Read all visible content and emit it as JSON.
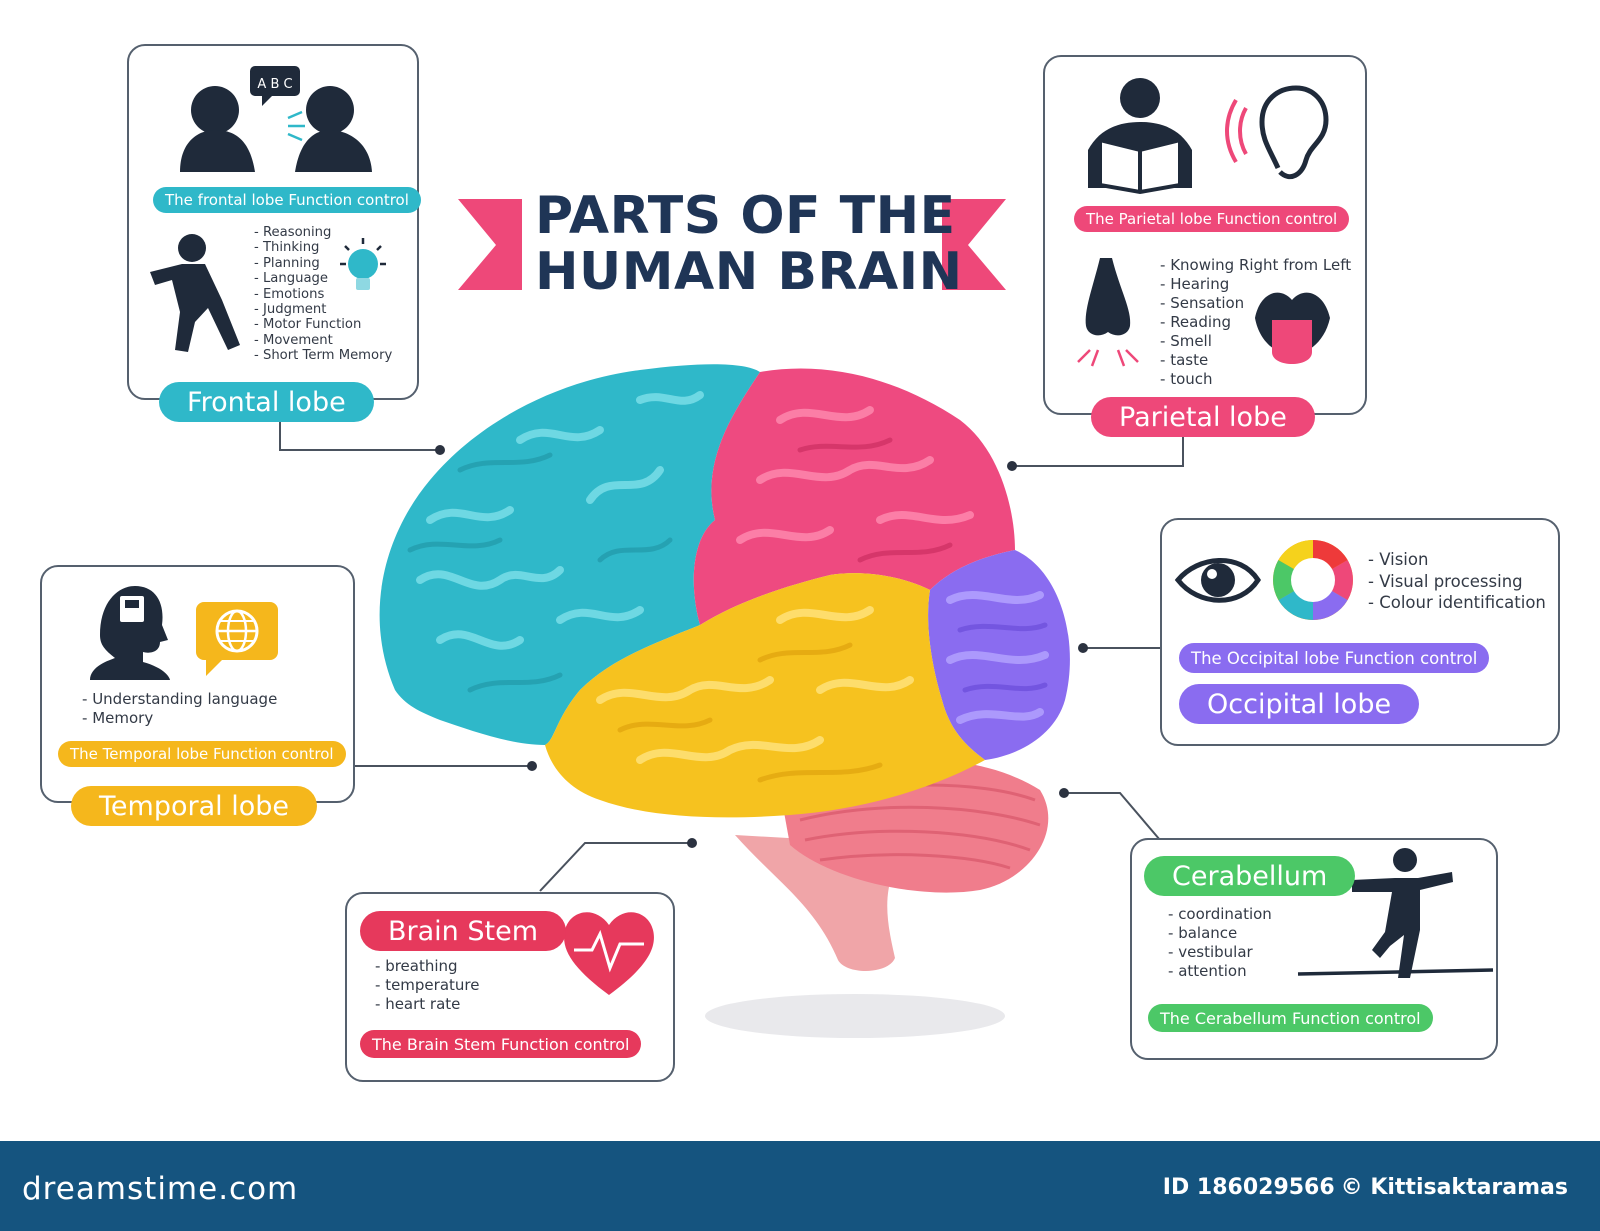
{
  "title": {
    "line1": "PARTS OF THE",
    "line2": "HUMAN BRAIN"
  },
  "colors": {
    "frontal": "#2fb8c9",
    "parietal": "#ef3f78",
    "temporal": "#f5b71c",
    "occipital": "#8a6cf0",
    "cerebellum": "#4cc867",
    "brainstem": "#e6395c",
    "navy": "#1f3556",
    "footer": "#15547f"
  },
  "frontal": {
    "name": "Frontal lobe",
    "function": "The frontal lobe Function control",
    "speech_bubble": "A B C",
    "items": [
      "Reasoning",
      "Thinking",
      "Planning",
      "Language",
      "Emotions",
      "Judgment",
      "Motor Function",
      "Movement",
      "Short Term Memory"
    ]
  },
  "parietal": {
    "name": "Parietal lobe",
    "function": "The Parietal lobe Function control",
    "items": [
      "Knowing Right from Left",
      "Hearing",
      "Sensation",
      "Reading",
      "Smell",
      "taste",
      "touch"
    ]
  },
  "temporal": {
    "name": "Temporal lobe",
    "function": "The Temporal lobe Function control",
    "items": [
      "Understanding language",
      "Memory"
    ]
  },
  "occipital": {
    "name": "Occipital lobe",
    "function": "The Occipital lobe Function control",
    "items": [
      "Vision",
      "Visual processing",
      "Colour identification"
    ]
  },
  "cerebellum": {
    "name": "Cerabellum",
    "function": "The Cerabellum Function control",
    "items": [
      "coordination",
      "balance",
      "vestibular",
      "attention"
    ]
  },
  "brainstem": {
    "name": "Brain Stem",
    "function": "The Brain Stem Function control",
    "items": [
      "breathing",
      "temperature",
      "heart rate"
    ]
  },
  "footer": {
    "brand": "dreamstime.com",
    "id_label": "ID 186029566",
    "credit": "© Kittisaktaramas"
  }
}
